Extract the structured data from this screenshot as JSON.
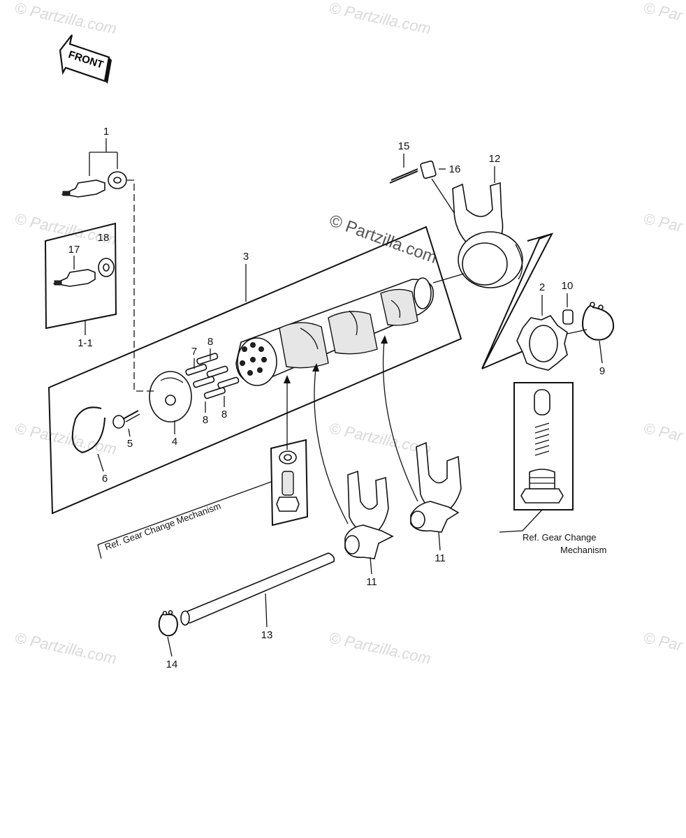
{
  "front_arrow_label": "FRONT",
  "watermarks": {
    "small": "© Partzilla.com",
    "small_cut": "© Par",
    "center": "© Partzilla.com"
  },
  "callouts": {
    "p1": "1",
    "p1_1": "1-1",
    "p2": "2",
    "p3": "3",
    "p4": "4",
    "p5": "5",
    "p6": "6",
    "p7": "7",
    "p8a": "8",
    "p8b": "8",
    "p8c": "8",
    "p9": "9",
    "p10": "10",
    "p11a": "11",
    "p11b": "11",
    "p12": "12",
    "p13": "13",
    "p14": "14",
    "p15": "15",
    "p16": "16",
    "p17": "17",
    "p18": "18"
  },
  "refs": {
    "left": "Ref.  Gear Change  Mechanism",
    "right_line1": "Ref.   Gear Change",
    "right_line2": "Mechanism"
  }
}
